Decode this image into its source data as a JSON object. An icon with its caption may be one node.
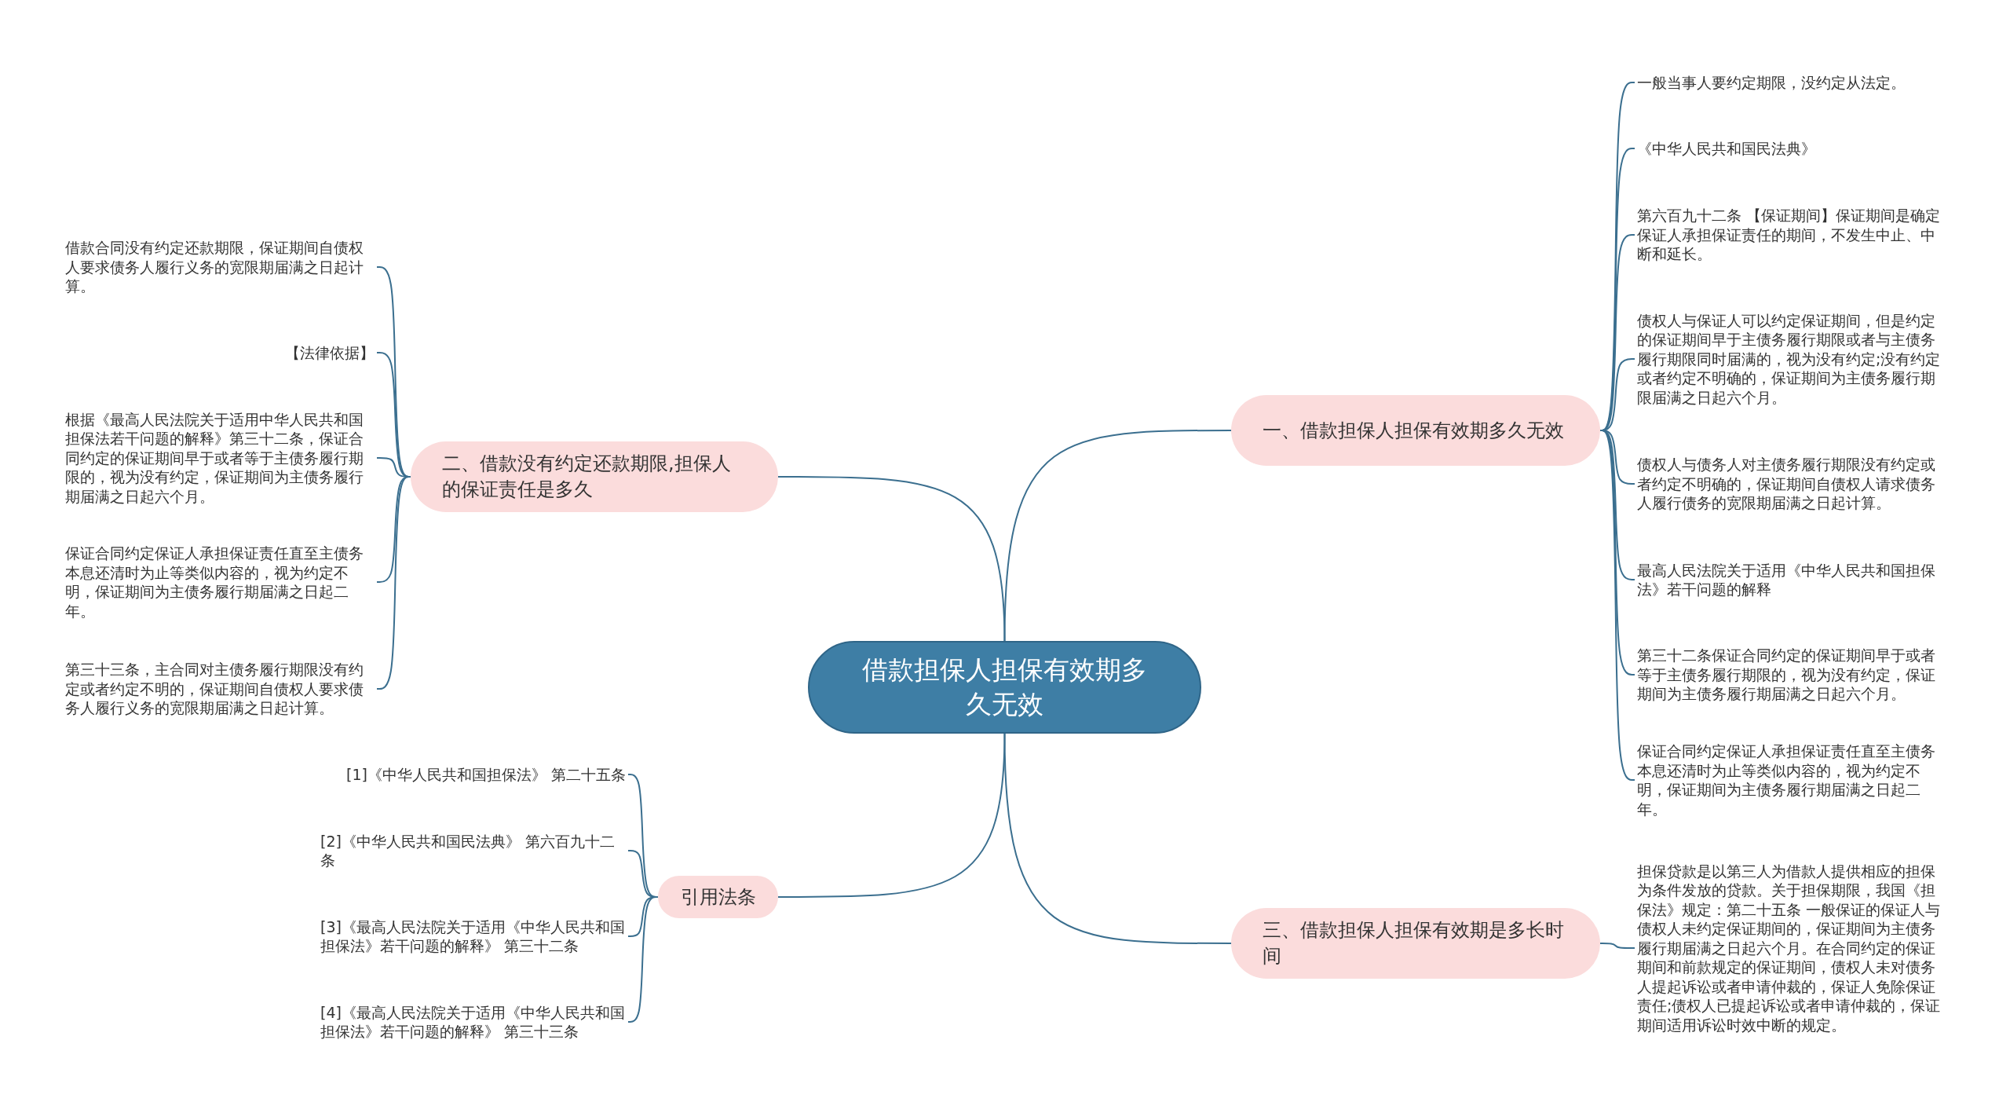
{
  "diagram": {
    "nodes": [
      {
        "text": [
          "借款担保人担保有效期多久无效"
        ]
      },
      {
        "text": [
          "二、借款没有约定还款期限,担保人的保证责任是多久"
        ]
      },
      {
        "text": [
          "借款合同没有约定还款期限，保证期间自债权人要求债务人履行义务的宽限期届满之日起计算。"
        ]
      },
      {
        "text": [
          "【法律依据】"
        ]
      },
      {
        "text": [
          "根据《最高人民法院关于适用中华人民共和国担保法若干问题的解释》第三十二条，保证合同约定的保证期间早于或者等于主债务履行期限的，视为没有约定，保证期间为主债务履行期届满之日起六个月。"
        ]
      },
      {
        "text": [
          "保证合同约定保证人承担保证责任直至主债务本息还清时为止等类似内容的，视为约定不明，保证期间为主债务履行期届满之日起二年。"
        ]
      },
      {
        "text": [
          "第三十三条，主合同对主债务履行期限没有约定或者约定不明的，保证期间自债权人要求债务人履行义务的宽限期届满之日起计算。"
        ]
      },
      {
        "text": [
          "引用法条"
        ]
      },
      {
        "text": [
          "[1]《中华人民共和国担保法》 第二十五条"
        ]
      },
      {
        "text": [
          "[2]《中华人民共和国民法典》 第六百九十二条"
        ]
      },
      {
        "text": [
          "[3]《最高人民法院关于适用《中华人民共和国担保法》若干问题的解释》 第三十二条"
        ]
      },
      {
        "text": [
          "[4]《最高人民法院关于适用《中华人民共和国担保法》若干问题的解释》 第三十三条"
        ]
      },
      {
        "text": [
          "一、借款担保人担保有效期多久无效"
        ]
      },
      {
        "text": [
          "一般当事人要约定期限，没约定从法定。"
        ]
      },
      {
        "text": [
          "《中华人民共和国民法典》"
        ]
      },
      {
        "text": [
          "第六百九十二条 【保证期间】保证期间是确定保证人承担保证责任的期间，不发生中止、中断和延长。"
        ]
      },
      {
        "text": [
          "债权人与保证人可以约定保证期间，但是约定的保证期间早于主债务履行期限或者与主债务履行期限同时届满的，视为没有约定;没有约定或者约定不明确的，保证期间为主债务履行期限届满之日起六个月。"
        ]
      },
      {
        "text": [
          "债权人与债务人对主债务履行期限没有约定或者约定不明确的，保证期间自债权人请求债务人履行债务的宽限期届满之日起计算。"
        ]
      },
      {
        "text": [
          "最高人民法院关于适用《中华人民共和国担保法》若干问题的解释"
        ]
      },
      {
        "text": [
          "第三十二条保证合同约定的保证期间早于或者等于主债务履行期限的，视为没有约定，保证期间为主债务履行期届满之日起六个月。"
        ]
      },
      {
        "text": [
          "保证合同约定保证人承担保证责任直至主债务本息还清时为止等类似内容的，视为约定不明，保证期间为主债务履行期届满之日起二年。"
        ]
      },
      {
        "text": [
          "三、借款担保人担保有效期是多长时间"
        ]
      },
      {
        "text": [
          "担保贷款是以第三人为借款人提供相应的担保为条件发放的贷款。关于担保期限，我国《担保法》规定：第二十五条 一般保证的保证人与债权人未约定保证期间的，保证期间为主债务履行期届满之日起六个月。在合同约定的保证期间和前款规定的保证期间，债权人未对债务人提起诉讼或者申请仲裁的，保证人免除保证责任;债权人已提起诉讼或者申请仲裁的，保证期间适用诉讼时效中断的规定。"
        ]
      }
    ],
    "edges": [
      {
        "from": 0,
        "to": 1,
        "arrow": "none"
      },
      {
        "from": 1,
        "to": 2,
        "arrow": "none"
      },
      {
        "from": 1,
        "to": 3,
        "arrow": "none"
      },
      {
        "from": 1,
        "to": 4,
        "arrow": "none"
      },
      {
        "from": 1,
        "to": 5,
        "arrow": "none"
      },
      {
        "from": 1,
        "to": 6,
        "arrow": "none"
      },
      {
        "from": 0,
        "to": 7,
        "arrow": "none"
      },
      {
        "from": 7,
        "to": 8,
        "arrow": "none"
      },
      {
        "from": 7,
        "to": 9,
        "arrow": "none"
      },
      {
        "from": 7,
        "to": 10,
        "arrow": "none"
      },
      {
        "from": 7,
        "to": 11,
        "arrow": "none"
      },
      {
        "from": 0,
        "to": 12,
        "arrow": "none"
      },
      {
        "from": 12,
        "to": 13,
        "arrow": "none"
      },
      {
        "from": 12,
        "to": 14,
        "arrow": "none"
      },
      {
        "from": 12,
        "to": 15,
        "arrow": "none"
      },
      {
        "from": 12,
        "to": 16,
        "arrow": "none"
      },
      {
        "from": 12,
        "to": 17,
        "arrow": "none"
      },
      {
        "from": 12,
        "to": 18,
        "arrow": "none"
      },
      {
        "from": 12,
        "to": 19,
        "arrow": "none"
      },
      {
        "from": 12,
        "to": 20,
        "arrow": "none"
      },
      {
        "from": 0,
        "to": 21,
        "arrow": "none"
      },
      {
        "from": 21,
        "to": 22,
        "arrow": "none"
      }
    ]
  }
}
